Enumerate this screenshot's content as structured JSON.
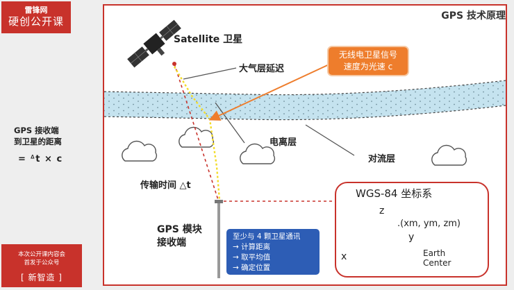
{
  "brand": {
    "line1": "雷锋网",
    "line2": "硬创公开课"
  },
  "sidebar": {
    "label_line1": "GPS 接收端",
    "label_line2": "到卫星的距离",
    "formula": "= ᐞt × c"
  },
  "notice": {
    "line1": "本次公开课内容会",
    "line2": "首发于公众号",
    "tag": "[ 新智造 ]"
  },
  "panel": {
    "title": "GPS 技术原理"
  },
  "labels": {
    "satellite": "Satellite 卫星",
    "atmosphere_delay": "大气层延迟",
    "ionosphere": "电离层",
    "troposphere": "对流层",
    "transmission_time": "传输时间 △t",
    "gps_module_line1": "GPS 模块",
    "gps_module_line2": "接收端"
  },
  "signal_note": {
    "line1": "无线电卫星信号",
    "line2": "速度为光速 c"
  },
  "comm_note": {
    "line1": "至少与 4 颗卫星通讯",
    "line2": "→ 计算距离",
    "line3": "→ 取平均值",
    "line4": "→ 确定位置"
  },
  "wgs": {
    "title": "WGS-84 坐标系",
    "axis_z": "z",
    "axis_y": "y",
    "axis_x": "x",
    "coord": ".(xm, ym, zm)",
    "earth_line1": "Earth",
    "earth_line2": "Center"
  },
  "colors": {
    "brand_red": "#c8322b",
    "band_blue": "#c5e3ef",
    "signal_orange": "#ee7d2c",
    "note_blue": "#2d5db5",
    "axis_green": "#3aa34a",
    "axis_purple": "#6a3ab0",
    "axis_cyan": "#2a8fd0"
  }
}
